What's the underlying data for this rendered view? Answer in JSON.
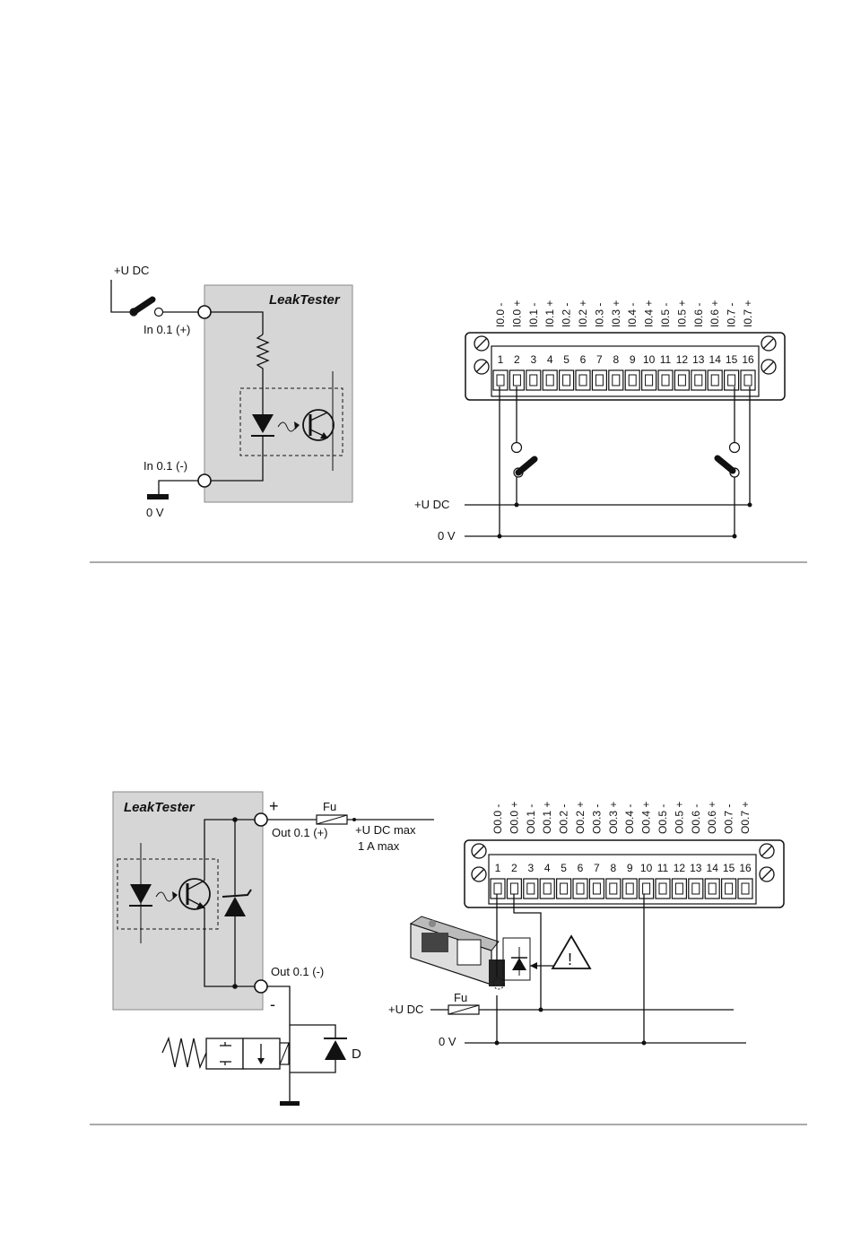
{
  "input_diagram": {
    "brand": "LeakTester",
    "supply_label": "+U DC",
    "in_plus_label": "In 0.1 (+)",
    "in_minus_label": "In 0.1 (-)",
    "ground_label": "0 V",
    "terminal_numbers": [
      "1",
      "2",
      "3",
      "4",
      "5",
      "6",
      "7",
      "8",
      "9",
      "10",
      "11",
      "12",
      "13",
      "14",
      "15",
      "16"
    ],
    "terminal_signals": [
      "I0.0 -",
      "I0.0 +",
      "I0.1 -",
      "I0.1 +",
      "I0.2 -",
      "I0.2 +",
      "I0.3 -",
      "I0.3 +",
      "I0.4 -",
      "I0.4 +",
      "I0.5 -",
      "I0.5 +",
      "I0.6 -",
      "I0.6 +",
      "I0.7 -",
      "I0.7 +"
    ],
    "bus_plus_label": "+U DC",
    "bus_zero_label": "0 V"
  },
  "output_diagram": {
    "brand": "LeakTester",
    "plus_sign": "+",
    "minus_sign": "-",
    "fuse_label": "Fu",
    "out_plus_label": "Out 0.1 (+)",
    "supply_max_label": "+U DC max",
    "current_max_label": "1 A max",
    "out_minus_label": "Out 0.1 (-)",
    "diode_label": "D",
    "terminal_numbers": [
      "1",
      "2",
      "3",
      "4",
      "5",
      "6",
      "7",
      "8",
      "9",
      "10",
      "11",
      "12",
      "13",
      "14",
      "15",
      "16"
    ],
    "terminal_signals": [
      "O0.0 -",
      "O0.0 +",
      "O0.1 -",
      "O0.1 +",
      "O0.2 -",
      "O0.2 +",
      "O0.3 -",
      "O0.3 +",
      "O0.4 -",
      "O0.4 +",
      "O0.5 -",
      "O0.5 +",
      "O0.6 -",
      "O0.6 +",
      "O0.7 -",
      "O0.7 +"
    ],
    "warning_symbol": "!",
    "bus_fuse_label": "Fu",
    "bus_plus_label": "+U DC",
    "bus_zero_label": "0 V"
  }
}
